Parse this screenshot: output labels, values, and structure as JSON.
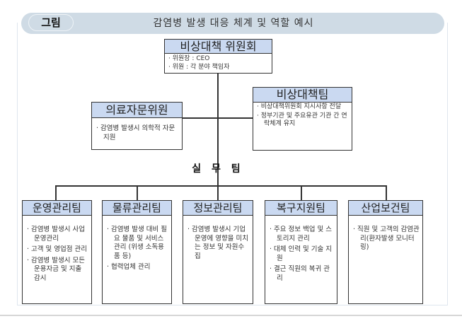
{
  "figure": {
    "label": "그림",
    "title": "감염병 발생 대응 체계 및 역할 예시"
  },
  "committee": {
    "title": "비상대책 위원회",
    "items": [
      "위원장 : CEO",
      "위원 : 각 분야 책임자"
    ]
  },
  "advisory": {
    "title": "의료자문위원",
    "items": [
      "감염병 발생시 의학적 자문지원"
    ]
  },
  "emergency_team": {
    "title": "비상대책팀",
    "items": [
      "비상대책위원회 지시사항 전달",
      "정부기관 및 주요유관 기관 간 연락체계 유지"
    ]
  },
  "working_group": {
    "label": "실 무 팀",
    "teams": [
      {
        "title": "운영관리팀",
        "items": [
          "감염병 발생시 사업 운영관리",
          "고객 및 영업점 관리",
          "감염병 발생시 모든 운용자금 및 지출 감시"
        ]
      },
      {
        "title": "물류관리팀",
        "items": [
          "감염병 발생 대비 필요 물품 및 서비스 관리 (위생 소독용품 등)",
          "협력업체 관리"
        ]
      },
      {
        "title": "정보관리팀",
        "items": [
          "감염병 발생시 기업 운영에 영향을 미치는 정보 및 자원수집"
        ]
      },
      {
        "title": "복구지원팀",
        "items": [
          "주요 정보 백업 및 스토리지 관리",
          "대체 인력 및 기술 지원",
          "결근 직원의 복귀 관리"
        ]
      },
      {
        "title": "산업보건팀",
        "items": [
          "직원 및 고객의 감염관리(환자발생 모니터링)"
        ]
      }
    ]
  }
}
